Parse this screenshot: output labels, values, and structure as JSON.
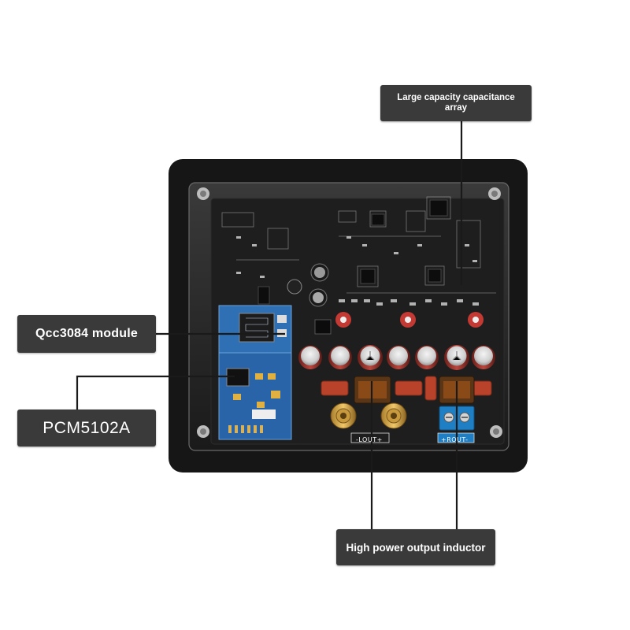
{
  "callouts": {
    "capacitance_array": "Large capacity capacitance array",
    "qcc_module": "Qcc3084 module",
    "dac_chip": "PCM5102A",
    "output_inductor": "High power output inductor"
  },
  "board_labels": {
    "left_output": "-LOUT+",
    "right_output": "+ROUT-"
  },
  "colors": {
    "callout_bg": "#3a3a3a",
    "callout_text": "#ffffff",
    "leader_line": "#1a1a1a",
    "board_frame": "#161616",
    "pcb": "#1c1c1c",
    "bt_module": "#2f6fb3",
    "capacitor_red": "#b23a2e",
    "inductor_amber": "#8a4a18",
    "terminal_blue": "#1e7fc4"
  },
  "icons": [
    "mounting-screw-icon",
    "rca-jack-icon",
    "terminal-block-icon"
  ]
}
